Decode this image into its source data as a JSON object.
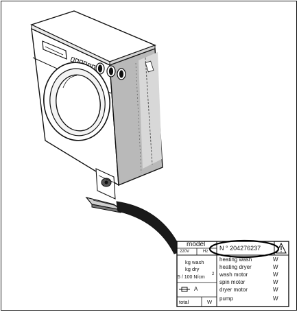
{
  "plate": {
    "model_label": "model",
    "voltage_label": "220V",
    "frequency_label": "Hz",
    "serial_number": "N ° 204276237",
    "left_rows": [
      "kg wash",
      "kg dry",
      "5 / 100 N/cm",
      "A"
    ],
    "left_superscript": "2",
    "total_label": "total",
    "total_unit": "W",
    "right_rows": [
      "heating wash",
      "heating dryer",
      "wash motor",
      "spin motor",
      "dryer motor",
      "pump"
    ],
    "right_unit": "W"
  },
  "colors": {
    "line": "#111111",
    "shadow": "#9a9a9a",
    "cable": "#1a1a1a",
    "highlight_ellipse": "#000000"
  },
  "icons": [
    "warning-triangle-icon",
    "fuse-symbol-icon"
  ]
}
